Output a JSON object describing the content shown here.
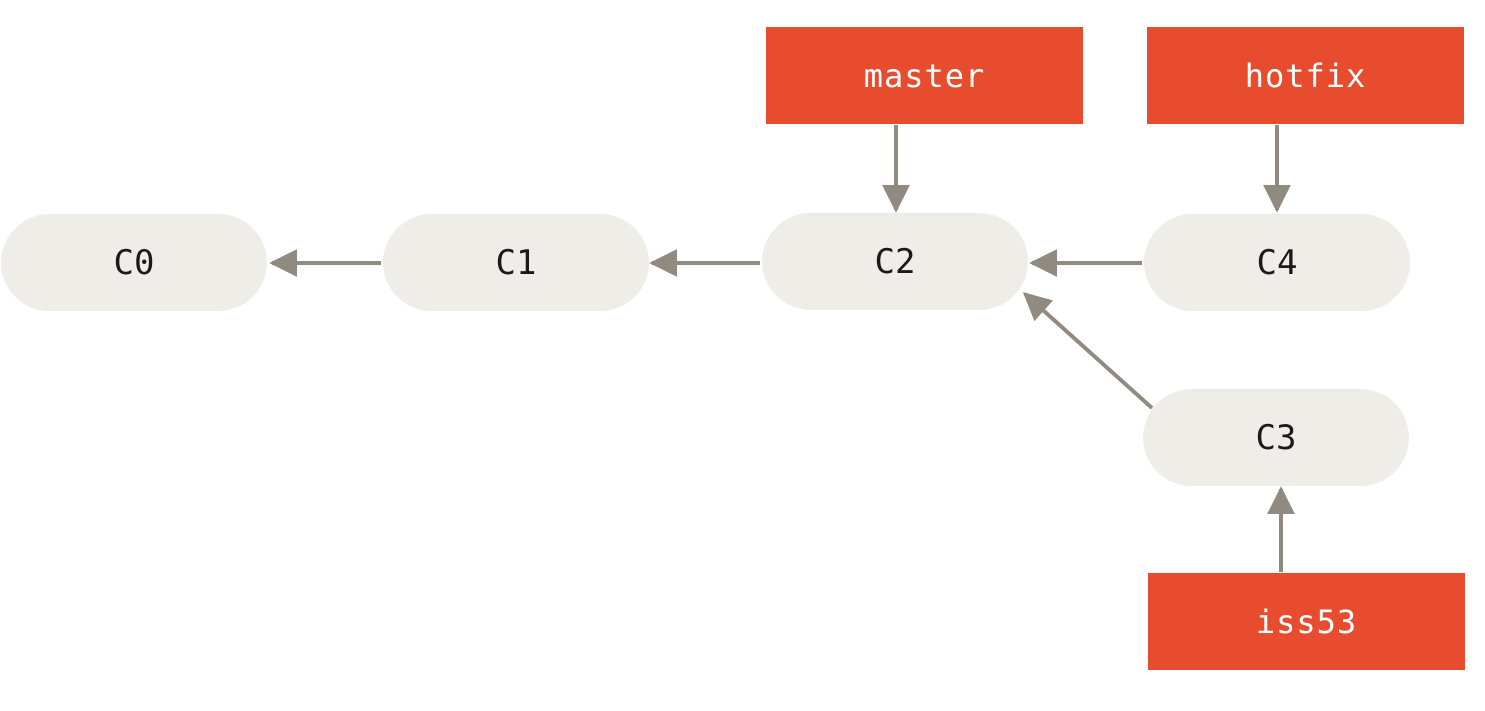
{
  "diagram": {
    "type": "git-commit-graph",
    "colors": {
      "background": "#ffffff",
      "branch_box": "#e84c2e",
      "commit_pill": "#eeede7",
      "arrow": "#918a81",
      "commit_text": "#1a1a1a",
      "branch_text": "#ffffff"
    },
    "commits": [
      {
        "id": "C0"
      },
      {
        "id": "C1"
      },
      {
        "id": "C2"
      },
      {
        "id": "C3"
      },
      {
        "id": "C4"
      }
    ],
    "branches": [
      {
        "name": "master",
        "points_to": "C2"
      },
      {
        "name": "hotfix",
        "points_to": "C4"
      },
      {
        "name": "iss53",
        "points_to": "C3"
      }
    ],
    "edges": [
      {
        "from": "C1",
        "to": "C0"
      },
      {
        "from": "C2",
        "to": "C1"
      },
      {
        "from": "C4",
        "to": "C2"
      },
      {
        "from": "C3",
        "to": "C2"
      }
    ]
  }
}
